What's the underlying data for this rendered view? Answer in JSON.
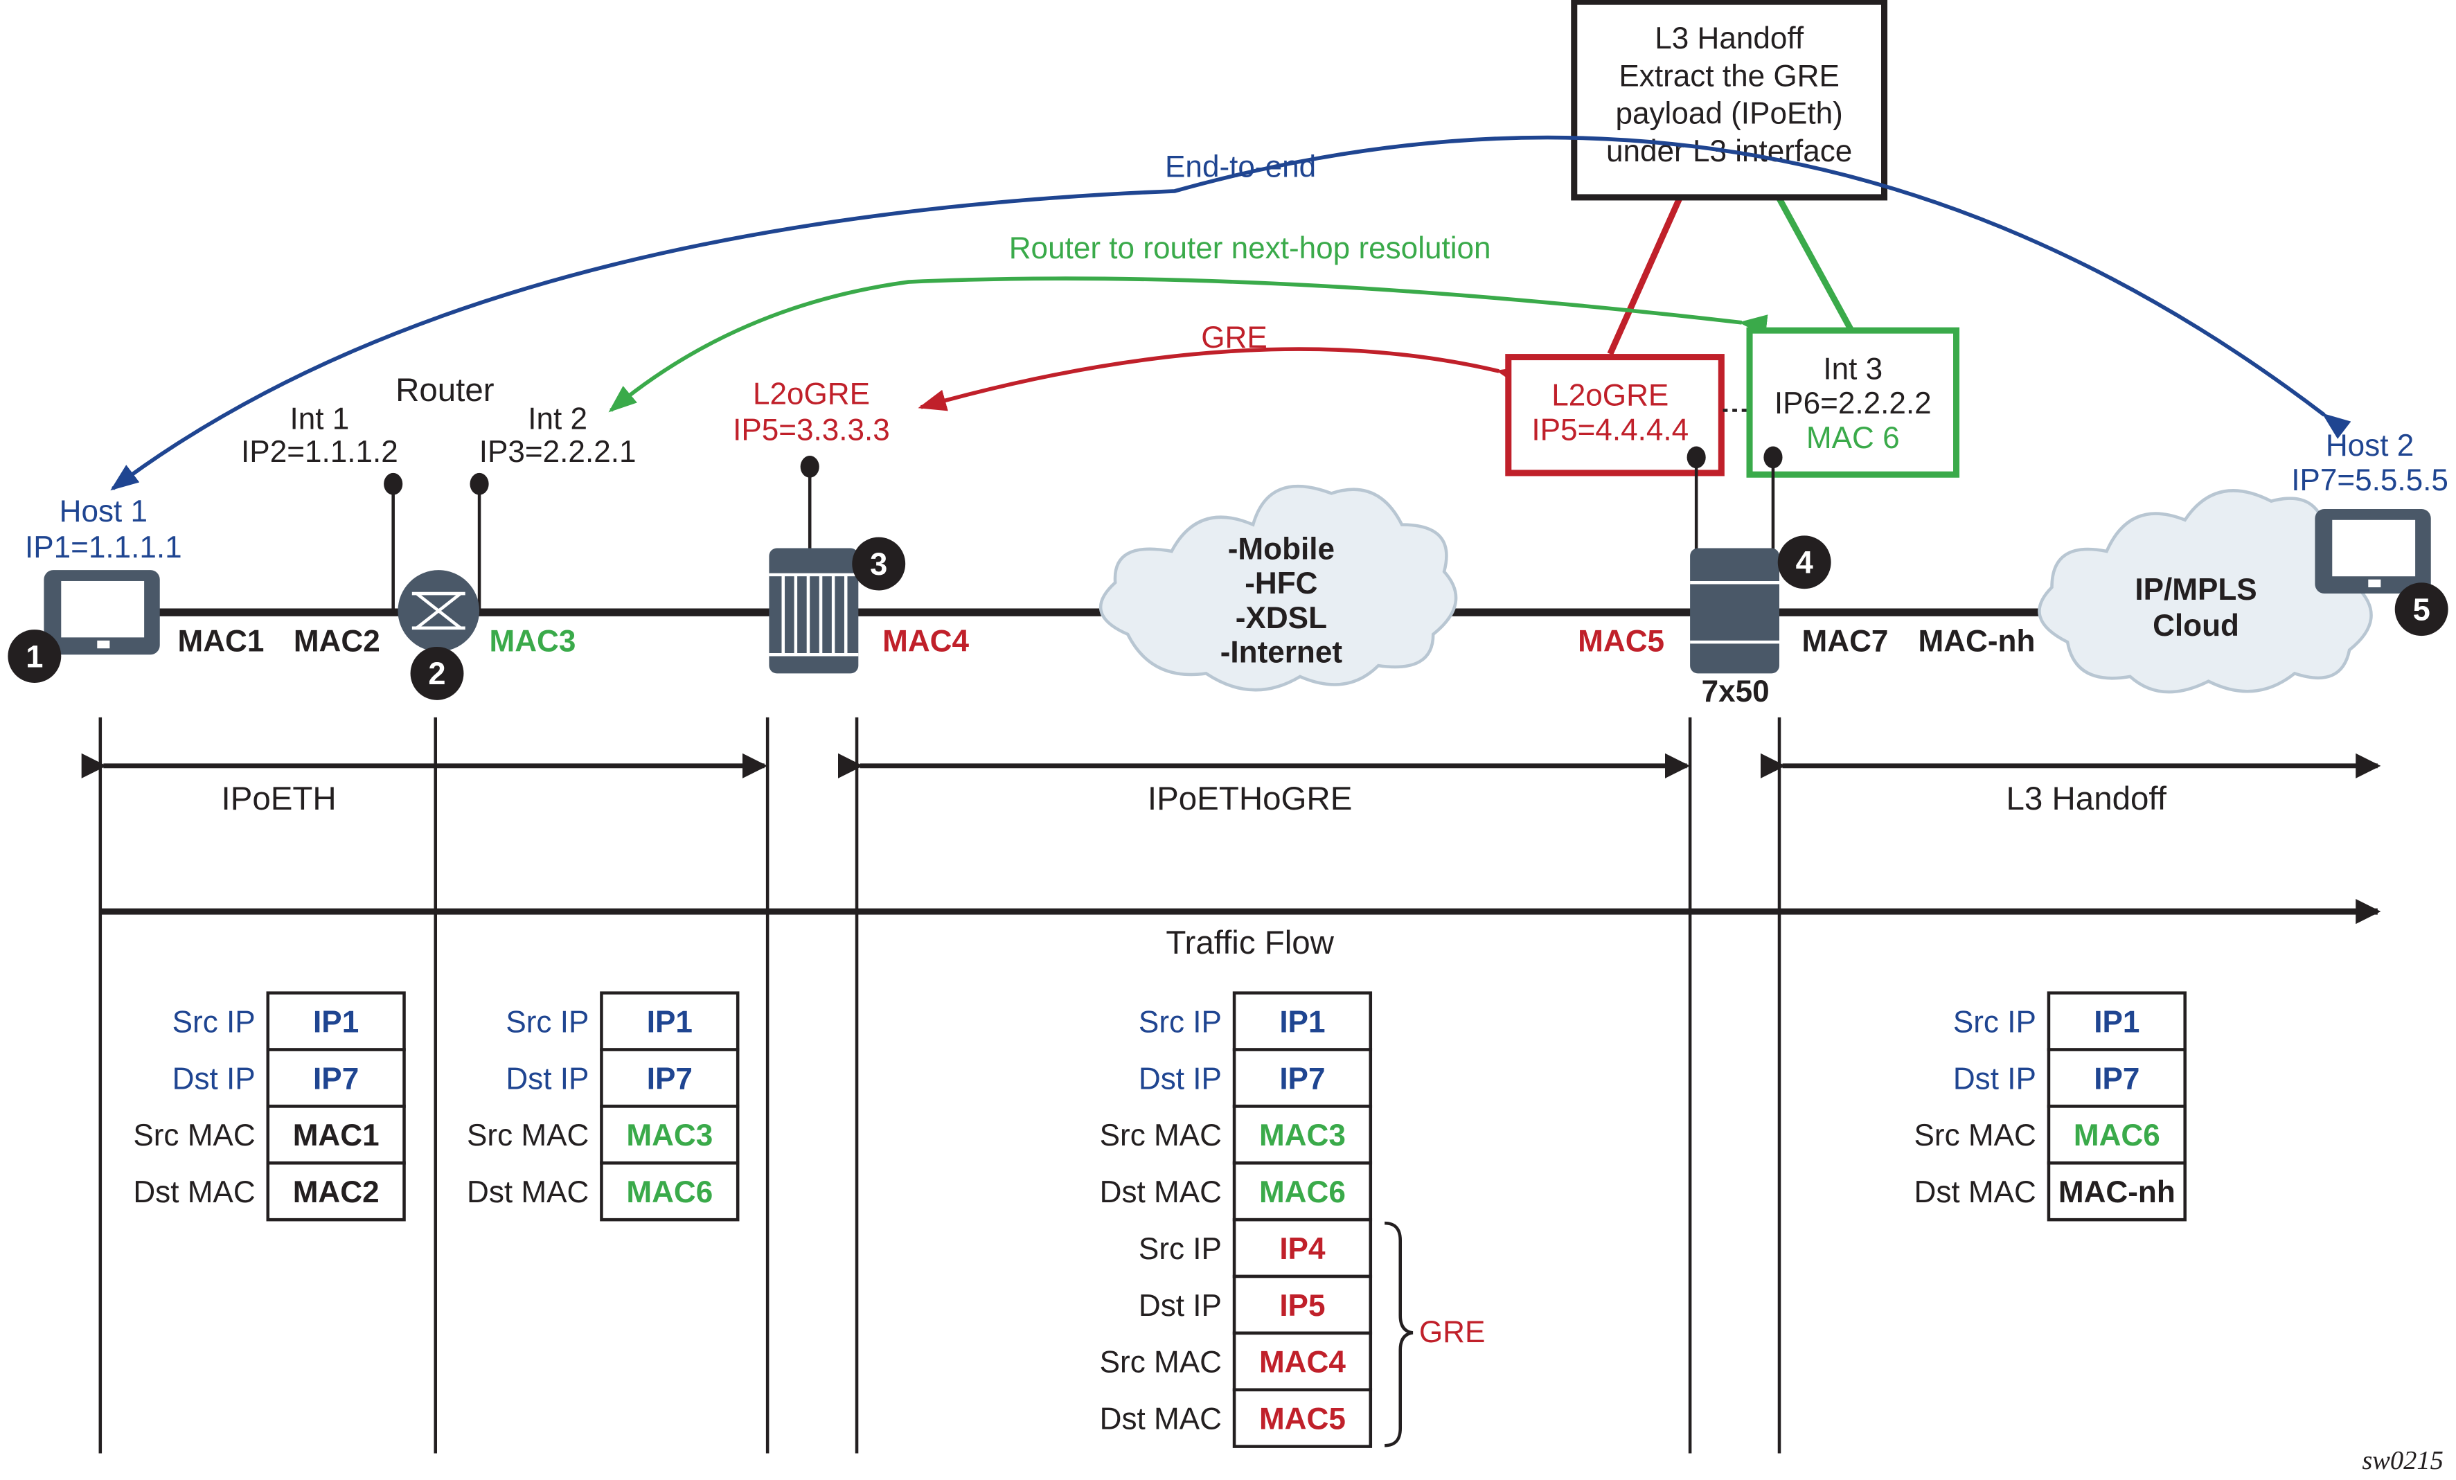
{
  "colors": {
    "blue": "#1f4591",
    "green": "#3aaa4a",
    "red": "#c0202a",
    "black": "#231f20",
    "device": "#4a5868",
    "cloud_fill": "#e8eef3",
    "cloud_stroke": "#b8c6d2"
  },
  "handoff_box": {
    "lines": [
      "L3 Handoff",
      "Extract the GRE",
      "payload (IPoEth)",
      "under L3 interface"
    ]
  },
  "arcs": {
    "end_to_end": "End-to-end",
    "router_to_router": "Router to router next-hop resolution",
    "gre": "GRE"
  },
  "router": {
    "title": "Router",
    "int1_label": "Int 1",
    "int1_ip": "IP2=1.1.1.2",
    "int2_label": "Int 2",
    "int2_ip": "IP3=2.2.2.1"
  },
  "host1": {
    "name": "Host 1",
    "ip": "IP1=1.1.1.1"
  },
  "host2": {
    "name": "Host 2",
    "ip": "IP7=5.5.5.5"
  },
  "gre_left": {
    "name": "L2oGRE",
    "ip": "IP5=3.3.3.3"
  },
  "gre_right": {
    "name": "L2oGRE",
    "ip": "IP5=4.4.4.4"
  },
  "int3": {
    "name": "Int 3",
    "ip": "IP6=2.2.2.2",
    "mac": "MAC 6"
  },
  "device_7x50": "7x50",
  "clouds": {
    "access": [
      "-Mobile",
      "-HFC",
      "-XDSL",
      "-Internet"
    ],
    "mpls": [
      "IP/MPLS",
      "Cloud"
    ]
  },
  "macs": {
    "mac1": "MAC1",
    "mac2": "MAC2",
    "mac3": "MAC3",
    "mac4": "MAC4",
    "mac5": "MAC5",
    "mac7": "MAC7",
    "mac_nh": "MAC-nh"
  },
  "badges": [
    "1",
    "2",
    "3",
    "4",
    "5"
  ],
  "segments": {
    "ipoeth": "IPoETH",
    "ipoethogre": "IPoETHoGRE",
    "l3handoff": "L3 Handoff",
    "traffic_flow": "Traffic Flow"
  },
  "headers": {
    "col1": [
      {
        "label": "Src IP",
        "value": "IP1",
        "label_color": "blue",
        "value_color": "blue"
      },
      {
        "label": "Dst IP",
        "value": "IP7",
        "label_color": "blue",
        "value_color": "blue"
      },
      {
        "label": "Src MAC",
        "value": "MAC1",
        "label_color": "black",
        "value_color": "black"
      },
      {
        "label": "Dst MAC",
        "value": "MAC2",
        "label_color": "black",
        "value_color": "black"
      }
    ],
    "col2": [
      {
        "label": "Src IP",
        "value": "IP1",
        "label_color": "blue",
        "value_color": "blue"
      },
      {
        "label": "Dst IP",
        "value": "IP7",
        "label_color": "blue",
        "value_color": "blue"
      },
      {
        "label": "Src MAC",
        "value": "MAC3",
        "label_color": "black",
        "value_color": "green"
      },
      {
        "label": "Dst MAC",
        "value": "MAC6",
        "label_color": "black",
        "value_color": "green"
      }
    ],
    "col3": [
      {
        "label": "Src IP",
        "value": "IP1",
        "label_color": "blue",
        "value_color": "blue"
      },
      {
        "label": "Dst IP",
        "value": "IP7",
        "label_color": "blue",
        "value_color": "blue"
      },
      {
        "label": "Src MAC",
        "value": "MAC3",
        "label_color": "black",
        "value_color": "green"
      },
      {
        "label": "Dst MAC",
        "value": "MAC6",
        "label_color": "black",
        "value_color": "green"
      },
      {
        "label": "Src IP",
        "value": "IP4",
        "label_color": "black",
        "value_color": "red"
      },
      {
        "label": "Dst IP",
        "value": "IP5",
        "label_color": "black",
        "value_color": "red"
      },
      {
        "label": "Src MAC",
        "value": "MAC4",
        "label_color": "black",
        "value_color": "red"
      },
      {
        "label": "Dst MAC",
        "value": "MAC5",
        "label_color": "black",
        "value_color": "red"
      }
    ],
    "col3_brace_label": "GRE",
    "col4": [
      {
        "label": "Src IP",
        "value": "IP1",
        "label_color": "blue",
        "value_color": "blue"
      },
      {
        "label": "Dst IP",
        "value": "IP7",
        "label_color": "blue",
        "value_color": "blue"
      },
      {
        "label": "Src MAC",
        "value": "MAC6",
        "label_color": "black",
        "value_color": "green"
      },
      {
        "label": "Dst MAC",
        "value": "MAC-nh",
        "label_color": "black",
        "value_color": "black"
      }
    ]
  },
  "caption": "sw0215"
}
